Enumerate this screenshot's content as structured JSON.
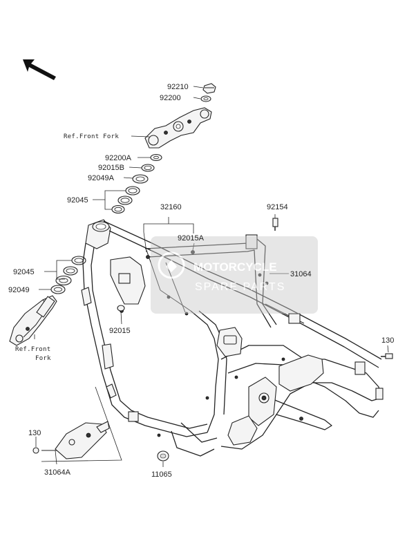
{
  "diagram": {
    "part_numbers": {
      "p92210": "92210",
      "p92200": "92200",
      "p92200A": "92200A",
      "p92015B": "92015B",
      "p92049A": "92049A",
      "p92045_upper": "92045",
      "p32160": "32160",
      "p92154": "92154",
      "p92015A": "92015A",
      "p31064": "31064",
      "p92045_lower": "92045",
      "p92049": "92049",
      "p92015": "92015",
      "p130_right": "130",
      "p130_left": "130",
      "p31064A": "31064A",
      "p11065": "11065"
    },
    "references": {
      "front_fork_top": "Ref.Front Fork",
      "front_fork_bottom_line1": "Ref.Front",
      "front_fork_bottom_line2": "Fork"
    },
    "watermark": {
      "line1": "MOTORCYCLE",
      "line2": "SPARE PARTS"
    }
  }
}
